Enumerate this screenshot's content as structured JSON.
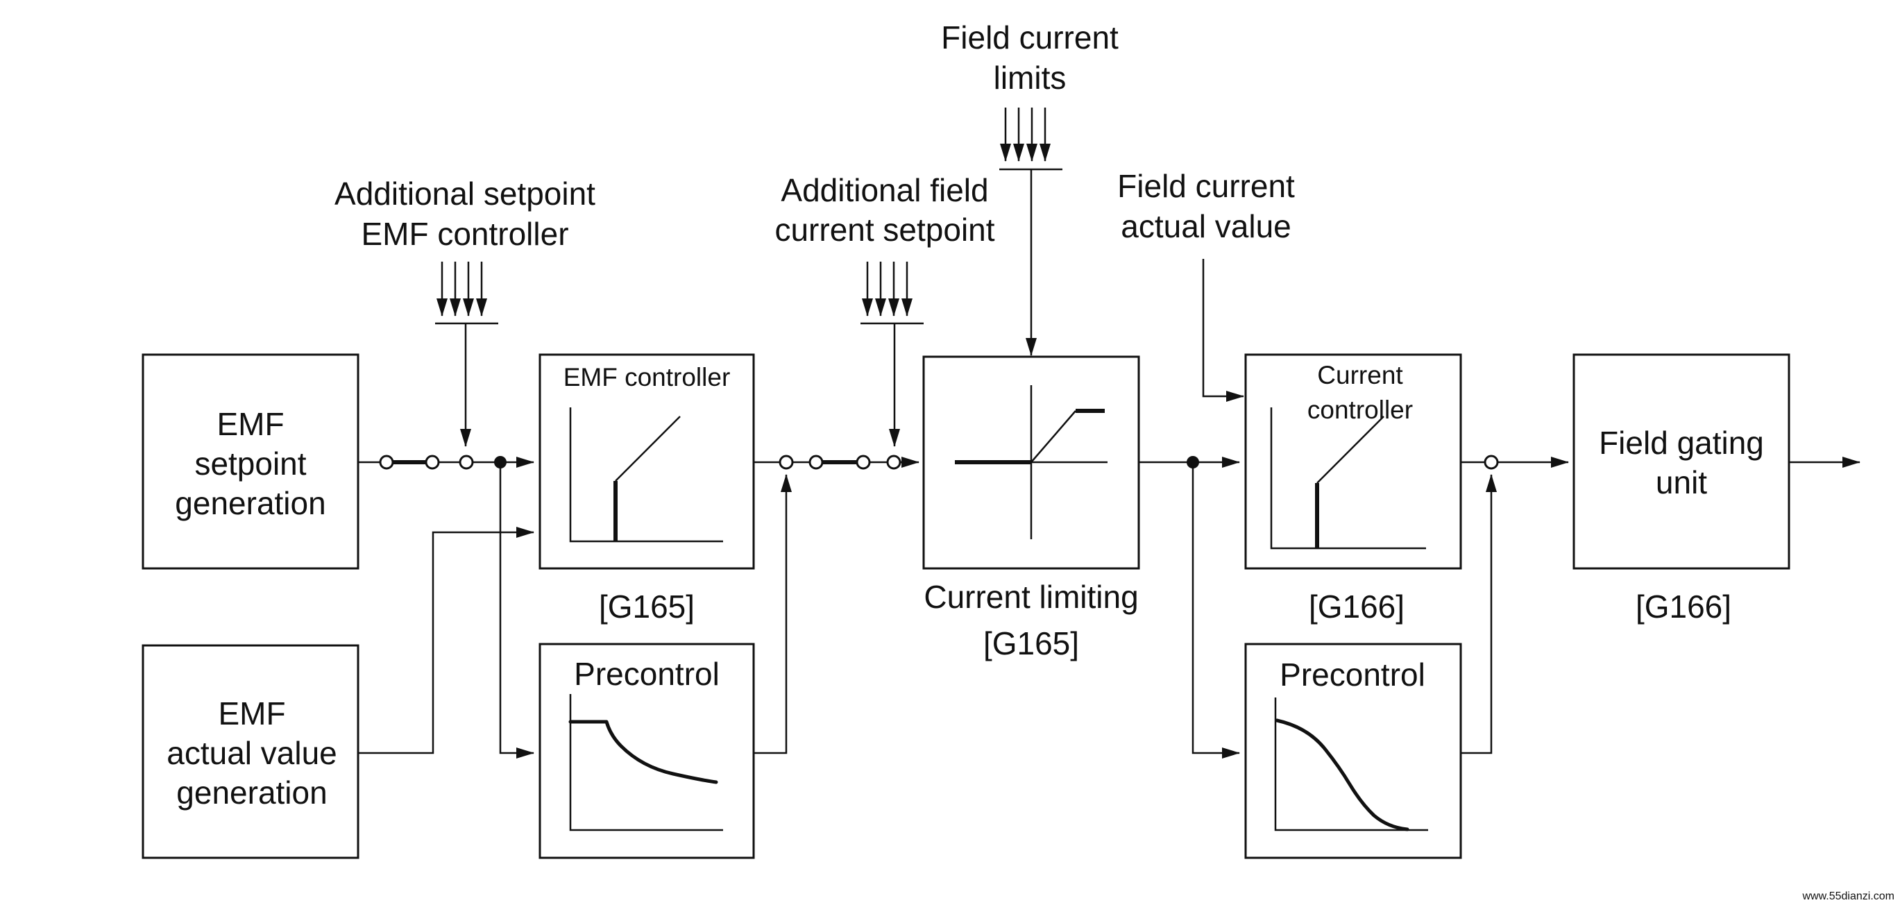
{
  "labels": {
    "additional_setpoint_emf": [
      "Additional setpoint",
      "EMF controller"
    ],
    "additional_field_current_setpoint": [
      "Additional field",
      "current setpoint"
    ],
    "field_current_limits": [
      "Field current",
      "limits"
    ],
    "field_current_actual_value": [
      "Field current",
      "actual value"
    ]
  },
  "blocks": {
    "emf_setpoint_generation": [
      "EMF",
      "setpoint",
      "generation"
    ],
    "emf_actual_value_generation": [
      "EMF",
      "actual value",
      "generation"
    ],
    "emf_controller": "EMF controller",
    "precontrol_1": "Precontrol",
    "current_limiting": "Current limiting",
    "current_controller": [
      "Current",
      "controller"
    ],
    "precontrol_2": "Precontrol",
    "field_gating_unit": [
      "Field gating",
      "unit"
    ]
  },
  "refs": {
    "emf_controller": "[G165]",
    "current_limiting": "[G165]",
    "current_controller": "[G166]",
    "field_gating_unit": "[G166]"
  },
  "watermark": "www.55dianzi.com"
}
